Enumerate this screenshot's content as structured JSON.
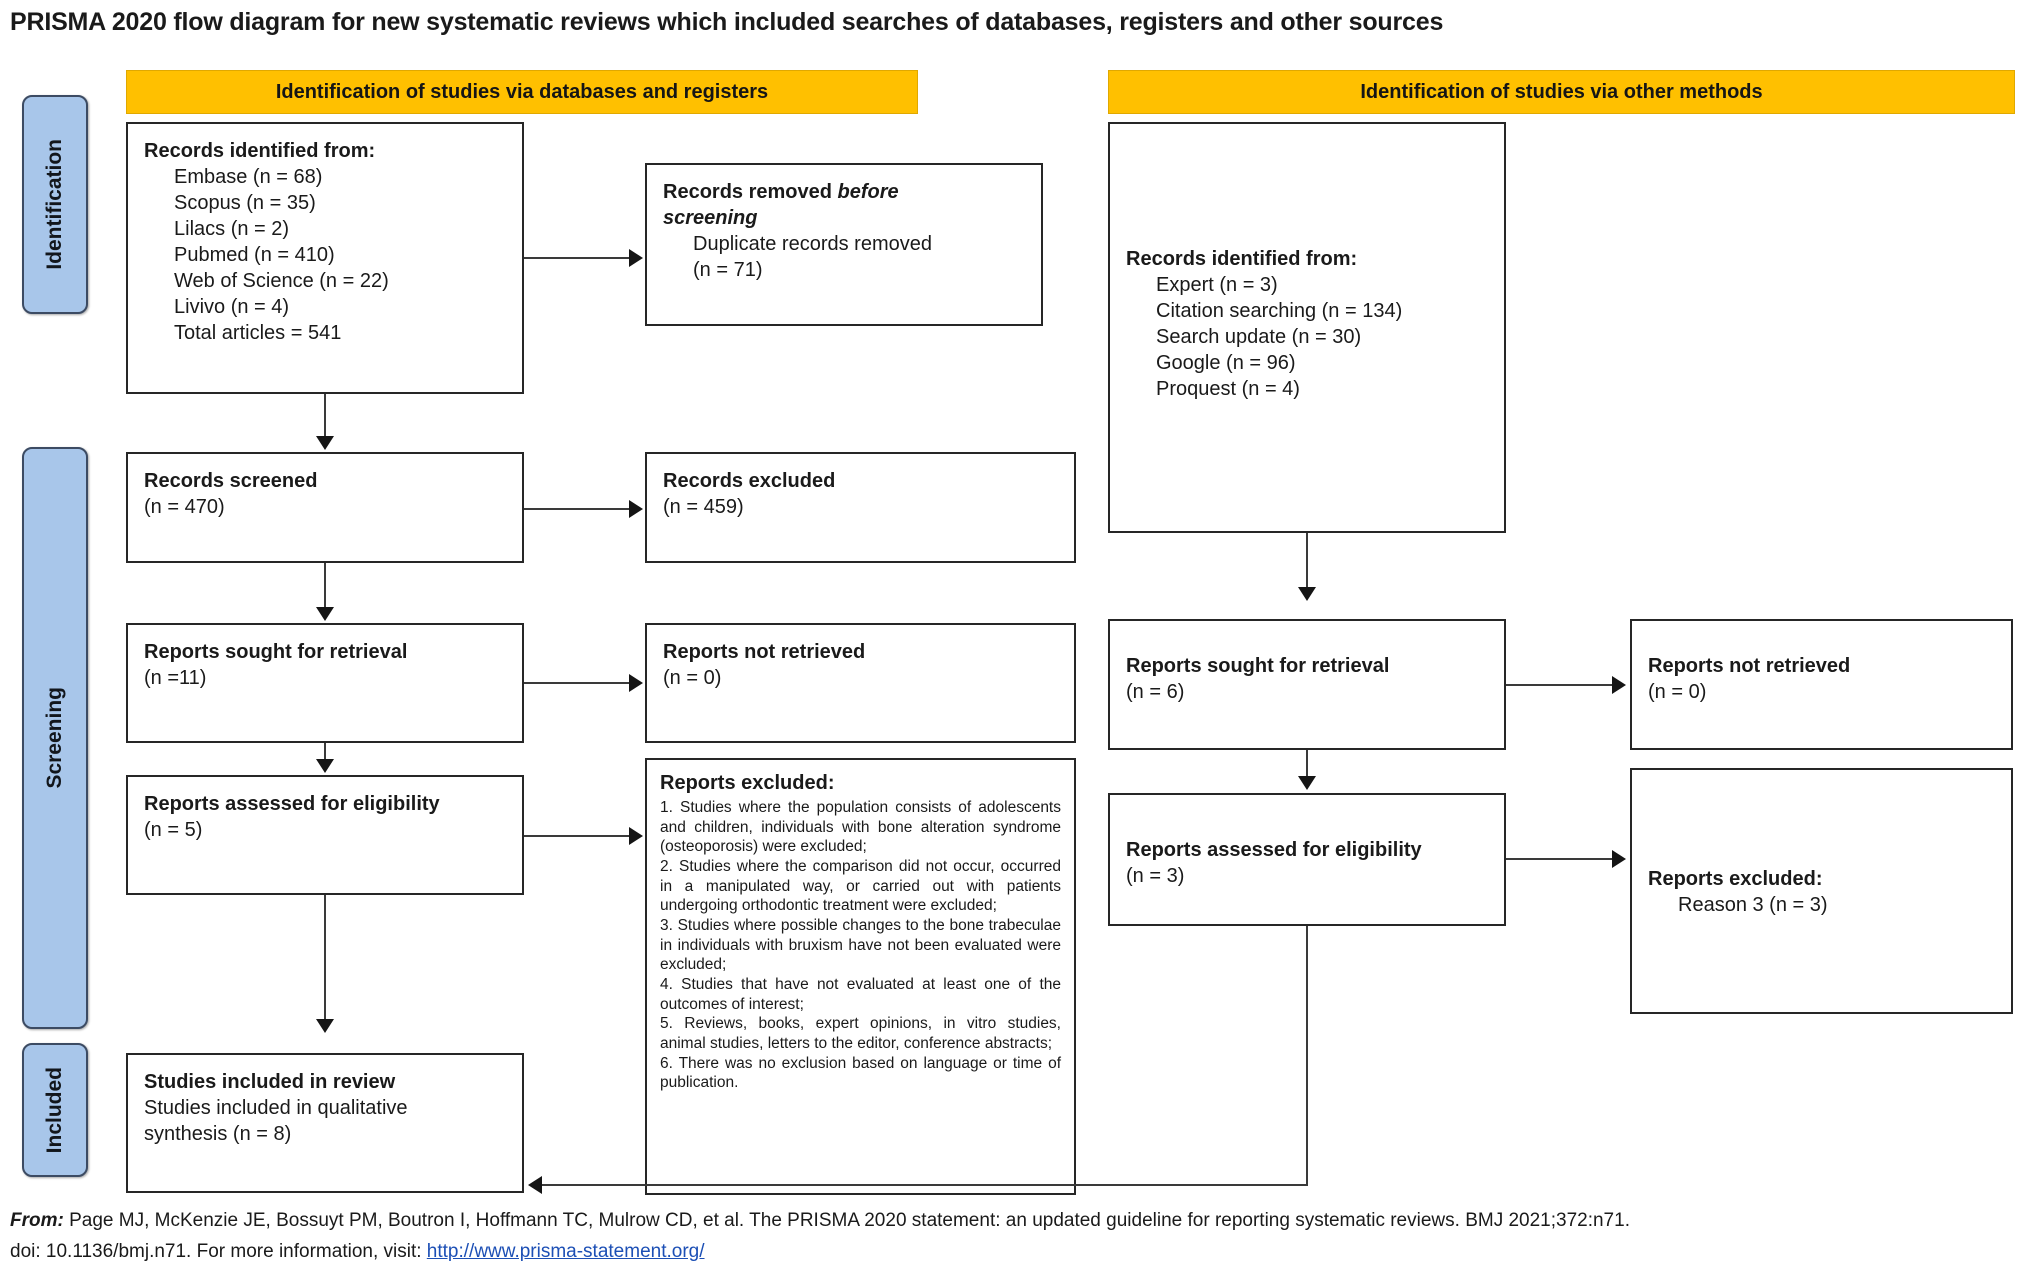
{
  "title": "PRISMA 2020 flow diagram for new systematic reviews which included searches of databases, registers and other sources",
  "phases": [
    {
      "id": "identification",
      "label": "Identification"
    },
    {
      "id": "screening",
      "label": "Screening"
    },
    {
      "id": "included",
      "label": "Included"
    }
  ],
  "banners": {
    "databases": "Identification of studies via databases and registers",
    "other": "Identification of studies via other methods"
  },
  "colors": {
    "banner": "#ffc000",
    "phase_bar": "#a8c6ea",
    "phase_border": "#3c4b63",
    "box_border": "#262626",
    "link": "#1c4fb5"
  },
  "boxes": {
    "db_identified": {
      "heading": "Records identified from:",
      "items": [
        "Embase (n = 68)",
        "Scopus (n = 35)",
        "Lilacs (n = 2)",
        "Pubmed (n = 410)",
        "Web of Science (n = 22)",
        "Livivo (n = 4)",
        "Total articles = 541"
      ]
    },
    "removed_before_screening": {
      "heading_part1": "Records removed ",
      "heading_italic": "before",
      "heading_part2": "screening",
      "heading_colon": ":",
      "item": "Duplicate records removed",
      "count": "(n = 71)"
    },
    "records_screened": {
      "heading": "Records screened",
      "count": "(n = 470)"
    },
    "records_excluded": {
      "heading": "Records excluded",
      "count": "(n = 459)"
    },
    "reports_sought": {
      "heading": "Reports sought for retrieval",
      "count": "(n =11)"
    },
    "reports_not_retrieved": {
      "heading": "Reports not retrieved",
      "count": "(n = 0)"
    },
    "reports_assessed": {
      "heading": "Reports assessed for eligibility",
      "count": "(n = 5)"
    },
    "reports_excluded": {
      "heading": "Reports excluded:",
      "reasons": [
        "1. Studies where the population consists of adolescents and children, individuals with bone alteration syndrome (osteoporosis) were excluded;",
        "2. Studies where the comparison did not occur, occurred in a manipulated way, or carried out with patients undergoing orthodontic treatment were excluded;",
        "3. Studies where possible changes to the bone trabeculae in individuals with bruxism have not been evaluated were excluded;",
        "4. Studies that have not evaluated at least one of the outcomes of interest;",
        "5. Reviews, books, expert opinions, in vitro studies, animal studies, letters to the editor, conference abstracts;",
        "6. There was no exclusion based on language or time of publication."
      ]
    },
    "studies_included": {
      "heading": "Studies included in review",
      "line2": "Studies included in qualitative",
      "line3": "synthesis (n = 8)"
    },
    "other_identified": {
      "heading": "Records identified from:",
      "items": [
        "Expert (n = 3)",
        "Citation searching (n = 134)",
        "Search update (n = 30)",
        "Google (n = 96)",
        "Proquest (n = 4)"
      ]
    },
    "other_reports_sought": {
      "heading": "Reports sought for retrieval",
      "count": "(n = 6)"
    },
    "other_reports_not_retrieved": {
      "heading": "Reports not retrieved",
      "count": "(n = 0)"
    },
    "other_reports_assessed": {
      "heading": "Reports assessed for eligibility",
      "count": "(n = 3)"
    },
    "other_reports_excluded": {
      "heading": "Reports excluded:",
      "item": "Reason 3 (n = 3)"
    }
  },
  "footer": {
    "from_label": "From:",
    "citation": "  Page MJ, McKenzie JE, Bossuyt PM, Boutron I, Hoffmann TC, Mulrow CD, et al. The PRISMA 2020 statement: an updated guideline for reporting systematic reviews. BMJ 2021;372:n71.",
    "doi_text": "doi: 10.1136/bmj.n71. For more information, visit: ",
    "link": "http://www.prisma-statement.org/"
  }
}
